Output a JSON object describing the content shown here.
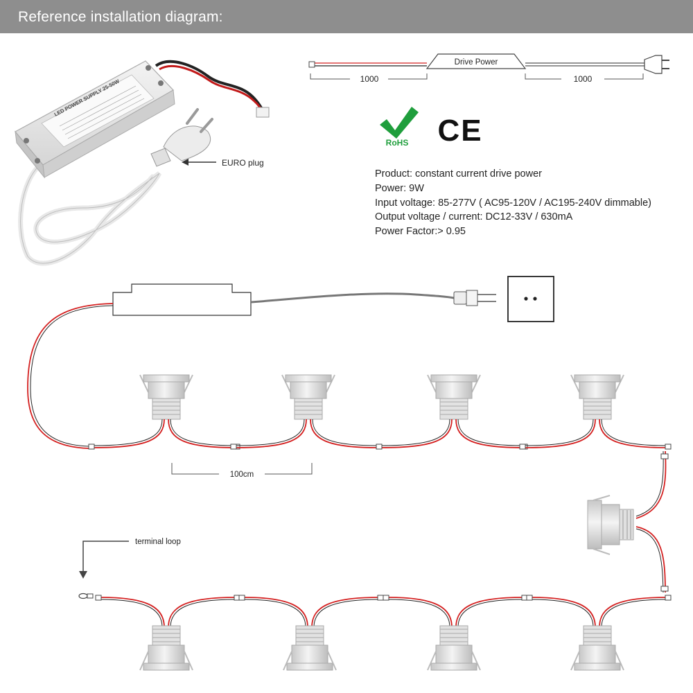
{
  "header": {
    "title": "Reference installation diagram:"
  },
  "driver_photo": {
    "label_text": "LED POWER SUPPLY 25-50W",
    "plug_label": "EURO plug"
  },
  "cable_schematic": {
    "box_label": "Drive Power",
    "left_length": "1000",
    "right_length": "1000"
  },
  "certifications": {
    "rohs": "RoHS",
    "ce": "CE"
  },
  "specs": {
    "product": "Product: constant current drive power",
    "power": "Power: 9W",
    "input_voltage": "Input voltage: 85-277V ( AC95-120V / AC195-240V dimmable)",
    "output": "Output voltage / current: DC12-33V / 630mA",
    "power_factor": "Power Factor:> 0.95"
  },
  "wiring": {
    "spacing_label": "100cm",
    "terminal_label": "terminal loop"
  },
  "colors": {
    "header_bg": "#8e8e8e",
    "wire_red": "#d42020",
    "wire_black": "#222222",
    "mains_cable": "#777777",
    "rohs_green": "#1f9e3c",
    "fixture_metal": "#d9d9d9"
  }
}
